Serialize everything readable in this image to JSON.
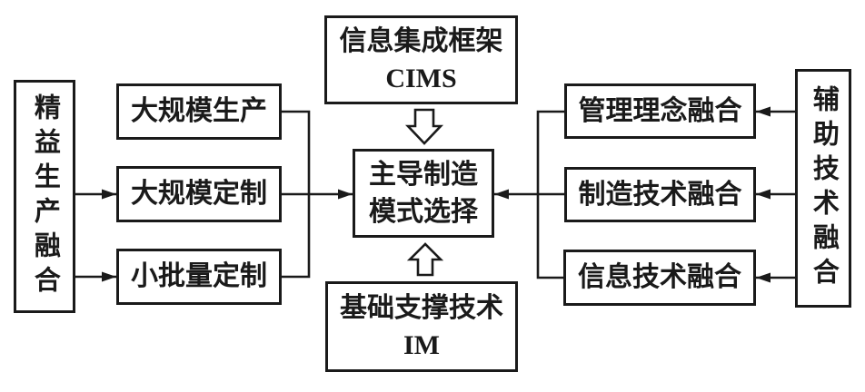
{
  "figure": {
    "background": "#ffffff",
    "ink": "#1a1a1a",
    "left_column": {
      "label": "精益生产融合"
    },
    "left_boxes": [
      {
        "label": "大规模生产"
      },
      {
        "label": "大规模定制"
      },
      {
        "label": "小批量定制"
      }
    ],
    "top_box": {
      "line1": "信息集成框架",
      "line2": "CIMS"
    },
    "center_box": {
      "line1": "主导制造",
      "line2": "模式选择"
    },
    "bottom_box": {
      "line1": "基础支撑技术",
      "line2": "IM"
    },
    "right_boxes": [
      {
        "label": "管理理念融合"
      },
      {
        "label": "制造技术融合"
      },
      {
        "label": "信息技术融合"
      }
    ],
    "right_column": {
      "label": "辅助技术融合"
    },
    "connections": [
      {
        "from": "精益生产融合",
        "to": "大规模定制",
        "style": "solid-arrow"
      },
      {
        "from": "精益生产融合",
        "to": "小批量定制",
        "style": "solid-arrow"
      },
      {
        "from": "大规模生产",
        "to": "主导制造模式选择",
        "via": "left-merge",
        "style": "solid-arrow"
      },
      {
        "from": "大规模定制",
        "to": "主导制造模式选择",
        "via": "left-merge",
        "style": "solid-arrow"
      },
      {
        "from": "小批量定制",
        "to": "主导制造模式选择",
        "via": "left-merge",
        "style": "solid-arrow"
      },
      {
        "from": "信息集成框架 CIMS",
        "to": "主导制造模式选择",
        "style": "hollow-arrow-down"
      },
      {
        "from": "基础支撑技术 IM",
        "to": "主导制造模式选择",
        "style": "hollow-arrow-up"
      },
      {
        "from": "管理理念融合",
        "to": "主导制造模式选择",
        "via": "right-merge",
        "style": "solid-arrow"
      },
      {
        "from": "制造技术融合",
        "to": "主导制造模式选择",
        "via": "right-merge",
        "style": "solid-arrow"
      },
      {
        "from": "信息技术融合",
        "to": "主导制造模式选择",
        "via": "right-merge",
        "style": "solid-arrow"
      },
      {
        "from": "辅助技术融合",
        "to": "管理理念融合",
        "style": "solid-arrow"
      },
      {
        "from": "辅助技术融合",
        "to": "制造技术融合",
        "style": "solid-arrow"
      },
      {
        "from": "辅助技术融合",
        "to": "信息技术融合",
        "style": "solid-arrow"
      }
    ]
  }
}
